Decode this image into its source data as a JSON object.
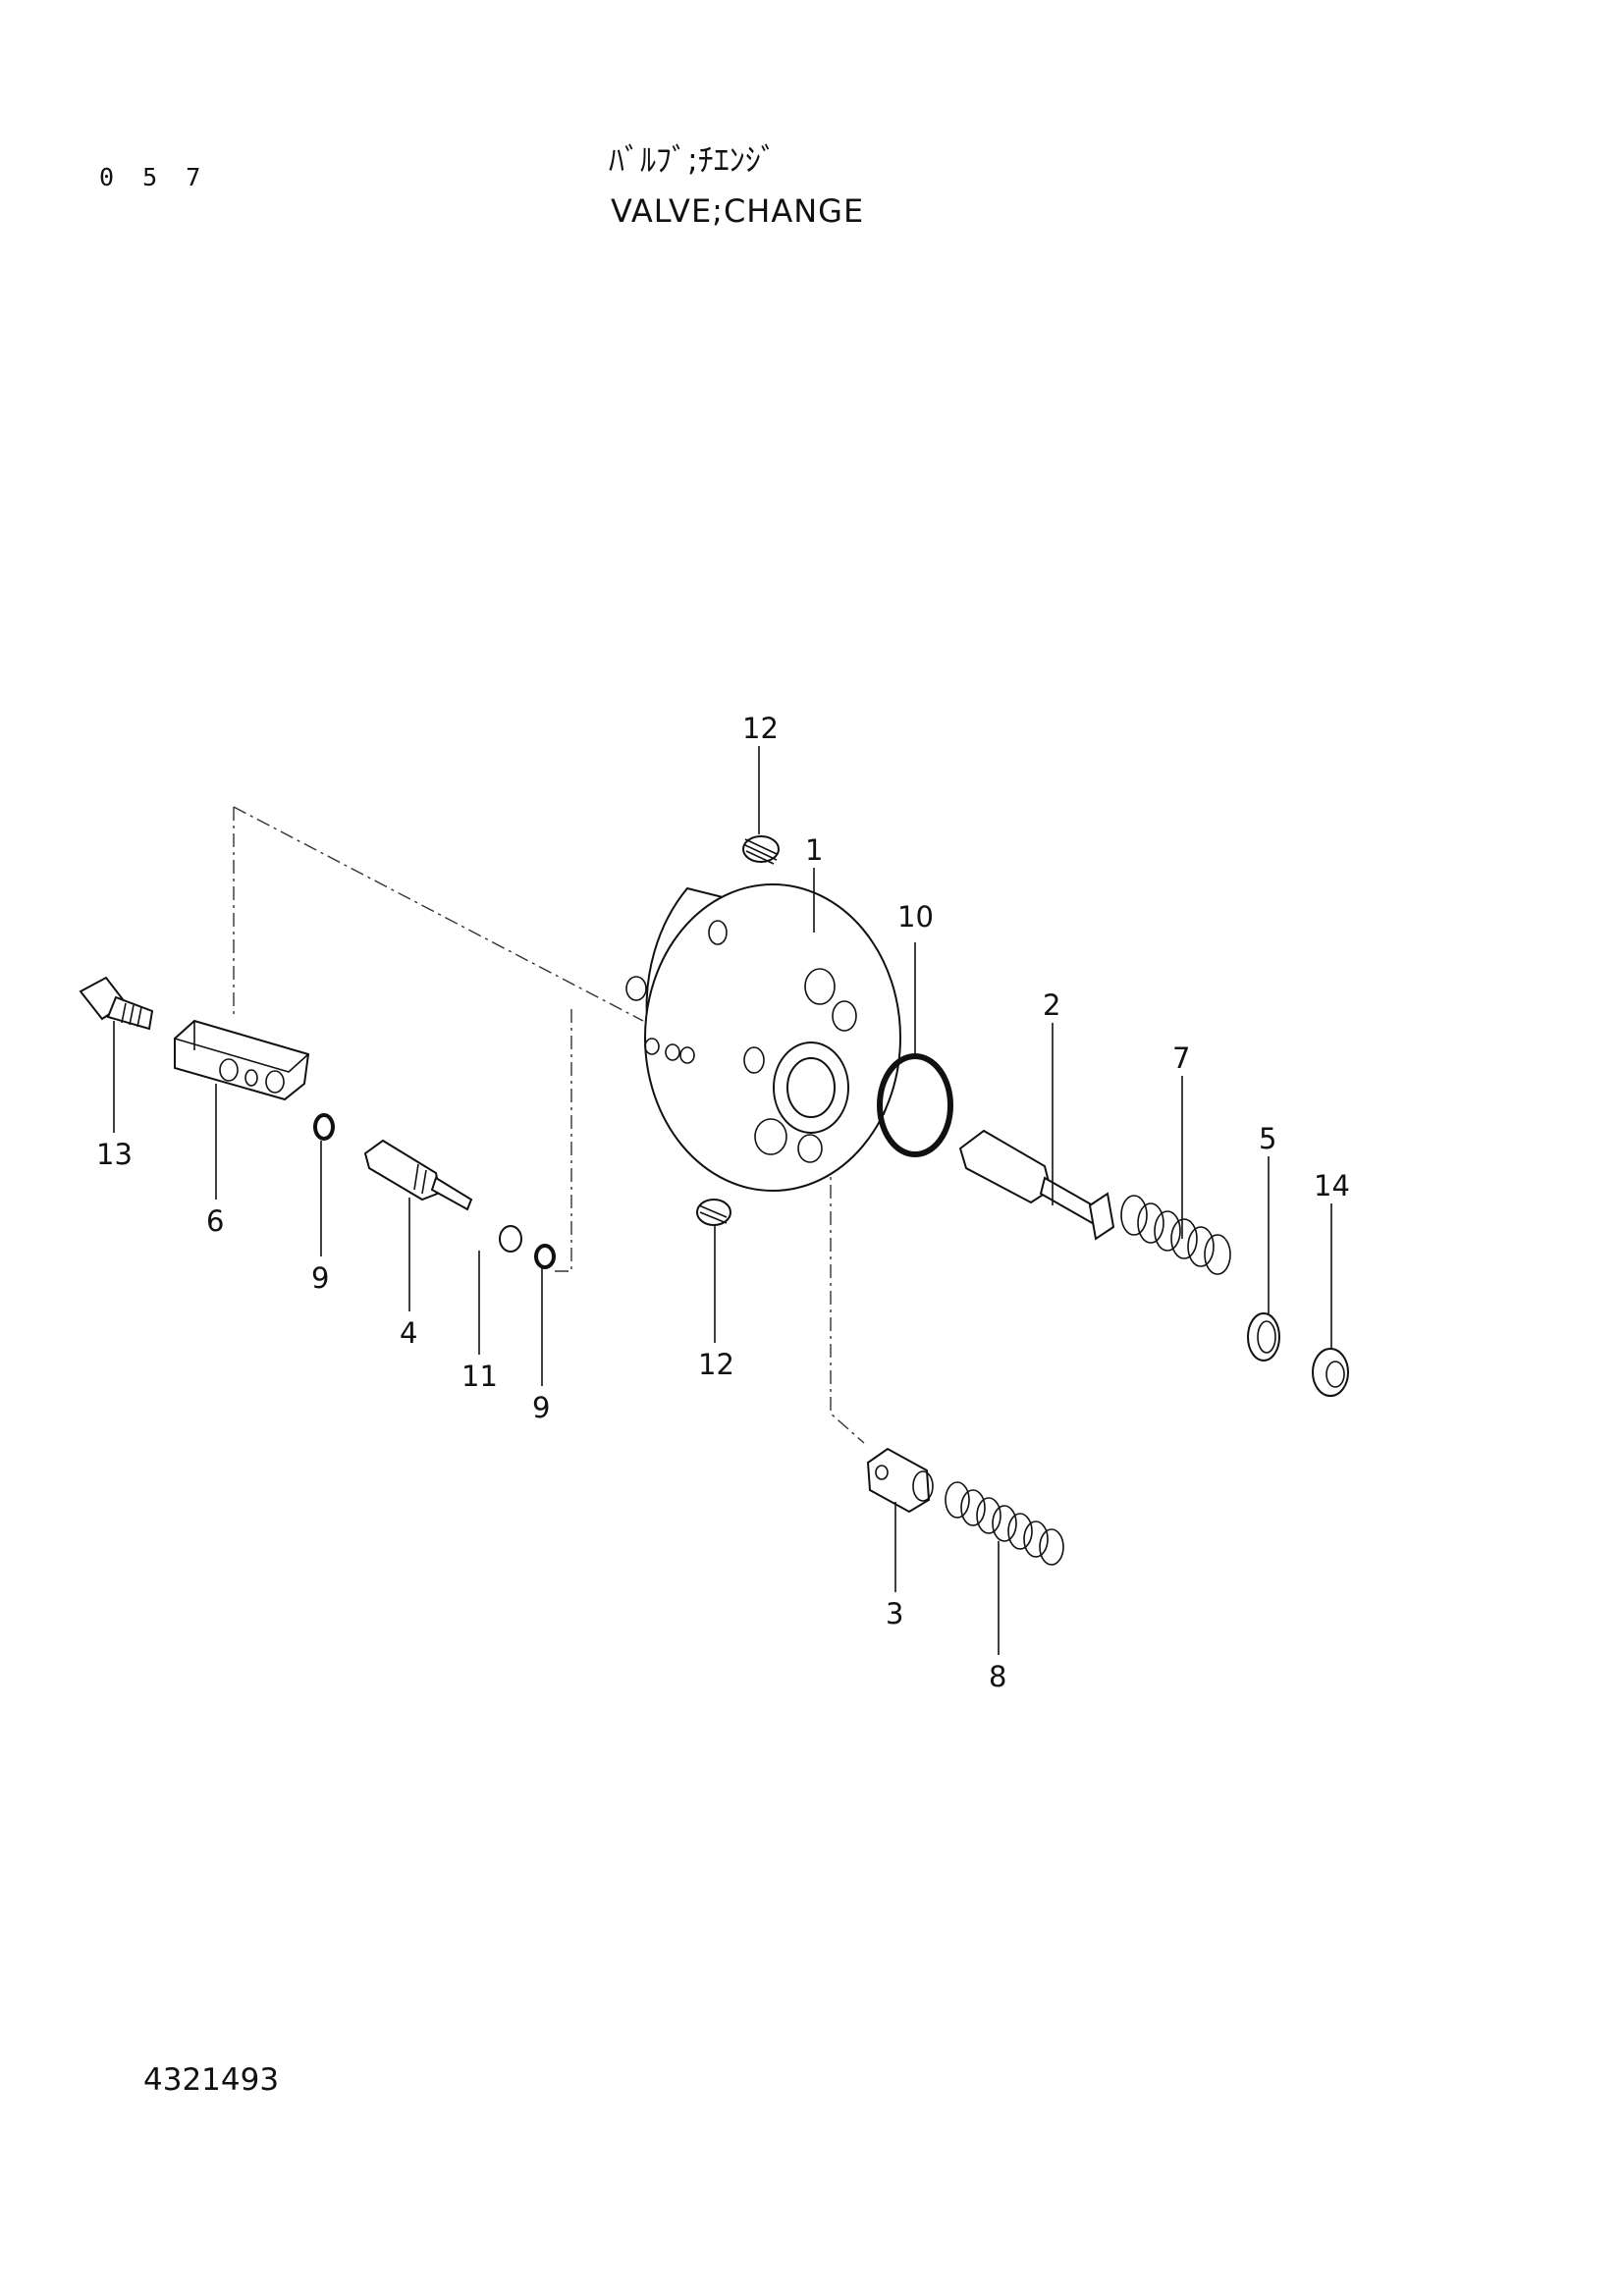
{
  "header": {
    "page_number": "0 5 7",
    "title_jp": "ﾊﾞﾙﾌﾞ;ﾁｴﾝｼﾞ",
    "title_en": "VALVE;CHANGE"
  },
  "footer": {
    "drawing_number": "4321493"
  },
  "callouts": [
    {
      "id": "c1",
      "label": "1"
    },
    {
      "id": "c2",
      "label": "2"
    },
    {
      "id": "c3",
      "label": "3"
    },
    {
      "id": "c4",
      "label": "4"
    },
    {
      "id": "c5",
      "label": "5"
    },
    {
      "id": "c6",
      "label": "6"
    },
    {
      "id": "c7",
      "label": "7"
    },
    {
      "id": "c8",
      "label": "8"
    },
    {
      "id": "c9a",
      "label": "9"
    },
    {
      "id": "c9b",
      "label": "9"
    },
    {
      "id": "c10",
      "label": "10"
    },
    {
      "id": "c11",
      "label": "11"
    },
    {
      "id": "c12a",
      "label": "12"
    },
    {
      "id": "c12b",
      "label": "12"
    },
    {
      "id": "c13",
      "label": "13"
    },
    {
      "id": "c14",
      "label": "14"
    }
  ]
}
